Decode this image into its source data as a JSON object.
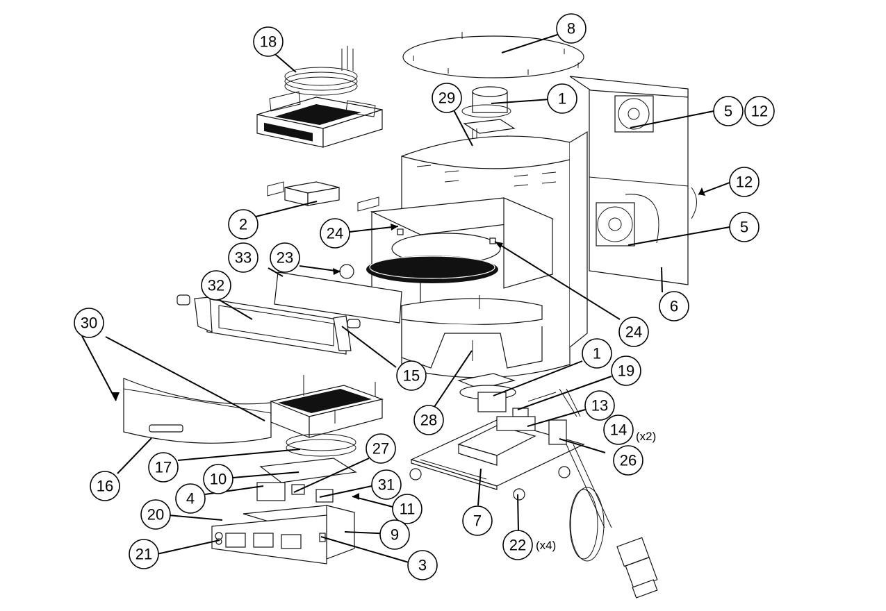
{
  "caption": "",
  "callouts": [
    {
      "label": "18"
    },
    {
      "label": "8"
    },
    {
      "label": "29"
    },
    {
      "label": "1"
    },
    {
      "label": "5"
    },
    {
      "label": "12"
    },
    {
      "label": "12"
    },
    {
      "label": "2"
    },
    {
      "label": "24"
    },
    {
      "label": "5"
    },
    {
      "label": "33"
    },
    {
      "label": "23"
    },
    {
      "label": "32"
    },
    {
      "label": "6"
    },
    {
      "label": "30"
    },
    {
      "label": "24"
    },
    {
      "label": "15"
    },
    {
      "label": "1"
    },
    {
      "label": "19"
    },
    {
      "label": "28"
    },
    {
      "label": "13"
    },
    {
      "label": "14"
    },
    {
      "label": "26"
    },
    {
      "label": "27"
    },
    {
      "label": "17"
    },
    {
      "label": "16"
    },
    {
      "label": "10"
    },
    {
      "label": "31"
    },
    {
      "label": "4"
    },
    {
      "label": "11"
    },
    {
      "label": "20"
    },
    {
      "label": "7"
    },
    {
      "label": "9"
    },
    {
      "label": "22"
    },
    {
      "label": "21"
    },
    {
      "label": "3"
    }
  ],
  "quantities": {
    "q14": "(x2)",
    "q22": "(x4)"
  },
  "colors": {
    "line": "#111111",
    "background": "#ffffff"
  }
}
